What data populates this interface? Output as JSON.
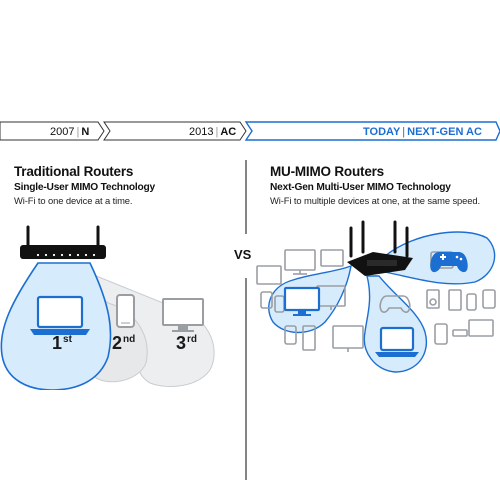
{
  "timeline": {
    "segments": [
      {
        "year": "2007",
        "standard": "N"
      },
      {
        "year": "2013",
        "standard": "AC"
      },
      {
        "year": "TODAY",
        "standard": "NEXT-GEN AC"
      }
    ],
    "separator": "|",
    "highlight_color": "#1c6fd1"
  },
  "left": {
    "title": "Traditional Routers",
    "subtitle": "Single-User MIMO Technology",
    "description": "Wi-Fi to one device at a time.",
    "ranks": [
      {
        "num": "1",
        "suffix": "st"
      },
      {
        "num": "2",
        "suffix": "nd"
      },
      {
        "num": "3",
        "suffix": "rd"
      }
    ]
  },
  "right": {
    "title": "MU-MIMO Routers",
    "subtitle": "Next-Gen Multi-User MIMO Technology",
    "description": "Wi-Fi to multiple devices at one, at the same speed."
  },
  "vs_label": "VS",
  "colors": {
    "accent_blue": "#1c6fd1",
    "beam_active": "#d6ebfb",
    "beam_inactive": "#eceef0",
    "device_gray": "#9a9ea3",
    "divider": "#333333"
  },
  "icons": [
    "router-icon",
    "laptop-icon",
    "phone-icon",
    "monitor-icon",
    "gamepad-icon",
    "tv-icon",
    "tablet-icon",
    "speaker-icon",
    "tower-pc-icon",
    "streaming-stick-icon"
  ]
}
